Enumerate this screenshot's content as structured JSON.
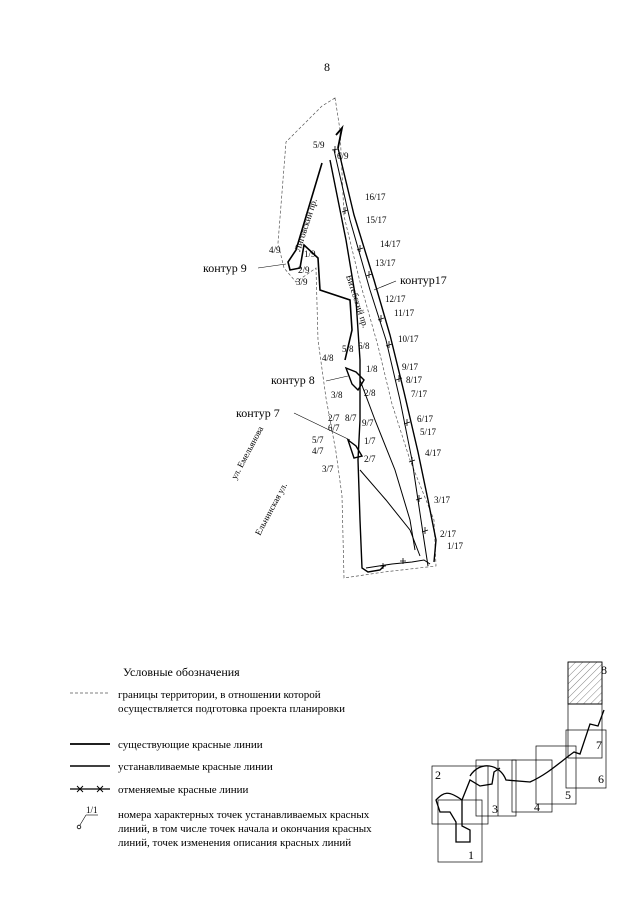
{
  "page": {
    "number": "8"
  },
  "map": {
    "streets": {
      "ligovsky": "Лиговский пр.",
      "vitebsky": "Витебский пр.",
      "emelyanova": "ул. Емельянова",
      "elninskaya": "Ельнинская ул."
    },
    "contours": {
      "c9": "контур 9",
      "c17": "контур17",
      "c8": "контур 8",
      "c7": "контур 7"
    },
    "points": {
      "p5_9": "5/9",
      "p6_9": "6/9",
      "p4_9": "4/9",
      "p1_9": "1/9",
      "p2_9": "2/9",
      "p3_9": "3/9",
      "p16_17": "16/17",
      "p15_17": "15/17",
      "p14_17": "14/17",
      "p13_17": "13/17",
      "p12_17": "12/17",
      "p11_17": "11/17",
      "p10_17": "10/17",
      "p9_17": "9/17",
      "p8_17": "8/17",
      "p7_17": "7/17",
      "p6_17": "6/17",
      "p5_17": "5/17",
      "p4_17": "4/17",
      "p3_17": "3/17",
      "p2_17": "2/17",
      "p1_17": "1/17",
      "p5_8": "5/8",
      "p6_8": "6/8",
      "p4_8": "4/8",
      "p1_8": "1/8",
      "p2_8": "2/8",
      "p3_8": "3/8",
      "p2_7": "2/7",
      "p8_7": "8/7",
      "p6_7": "6/7",
      "p9_7": "9/7",
      "p5_7": "5/7",
      "p1_7": "1/7",
      "p4_7": "4/7",
      "p2_7b": "2/7",
      "p3_7": "3/7"
    }
  },
  "legend": {
    "title": "Условные обозначения",
    "items": [
      {
        "text": "границы территории, в отношении которой осуществляется подготовка проекта планировки"
      },
      {
        "text": "существующие красные линии"
      },
      {
        "text": "устанавливаемые красные линии"
      },
      {
        "text": "отменяемые красные линии"
      },
      {
        "text": "номера характерных точек устанавливаемых красных линий, в том числе точек начала и окончания красных линий, точек изменения описания красных линий",
        "symbol_label": "1/1"
      }
    ]
  },
  "key_map": {
    "sheets": [
      "1",
      "2",
      "3",
      "4",
      "5",
      "6",
      "7",
      "8"
    ],
    "current_sheet": "8"
  }
}
